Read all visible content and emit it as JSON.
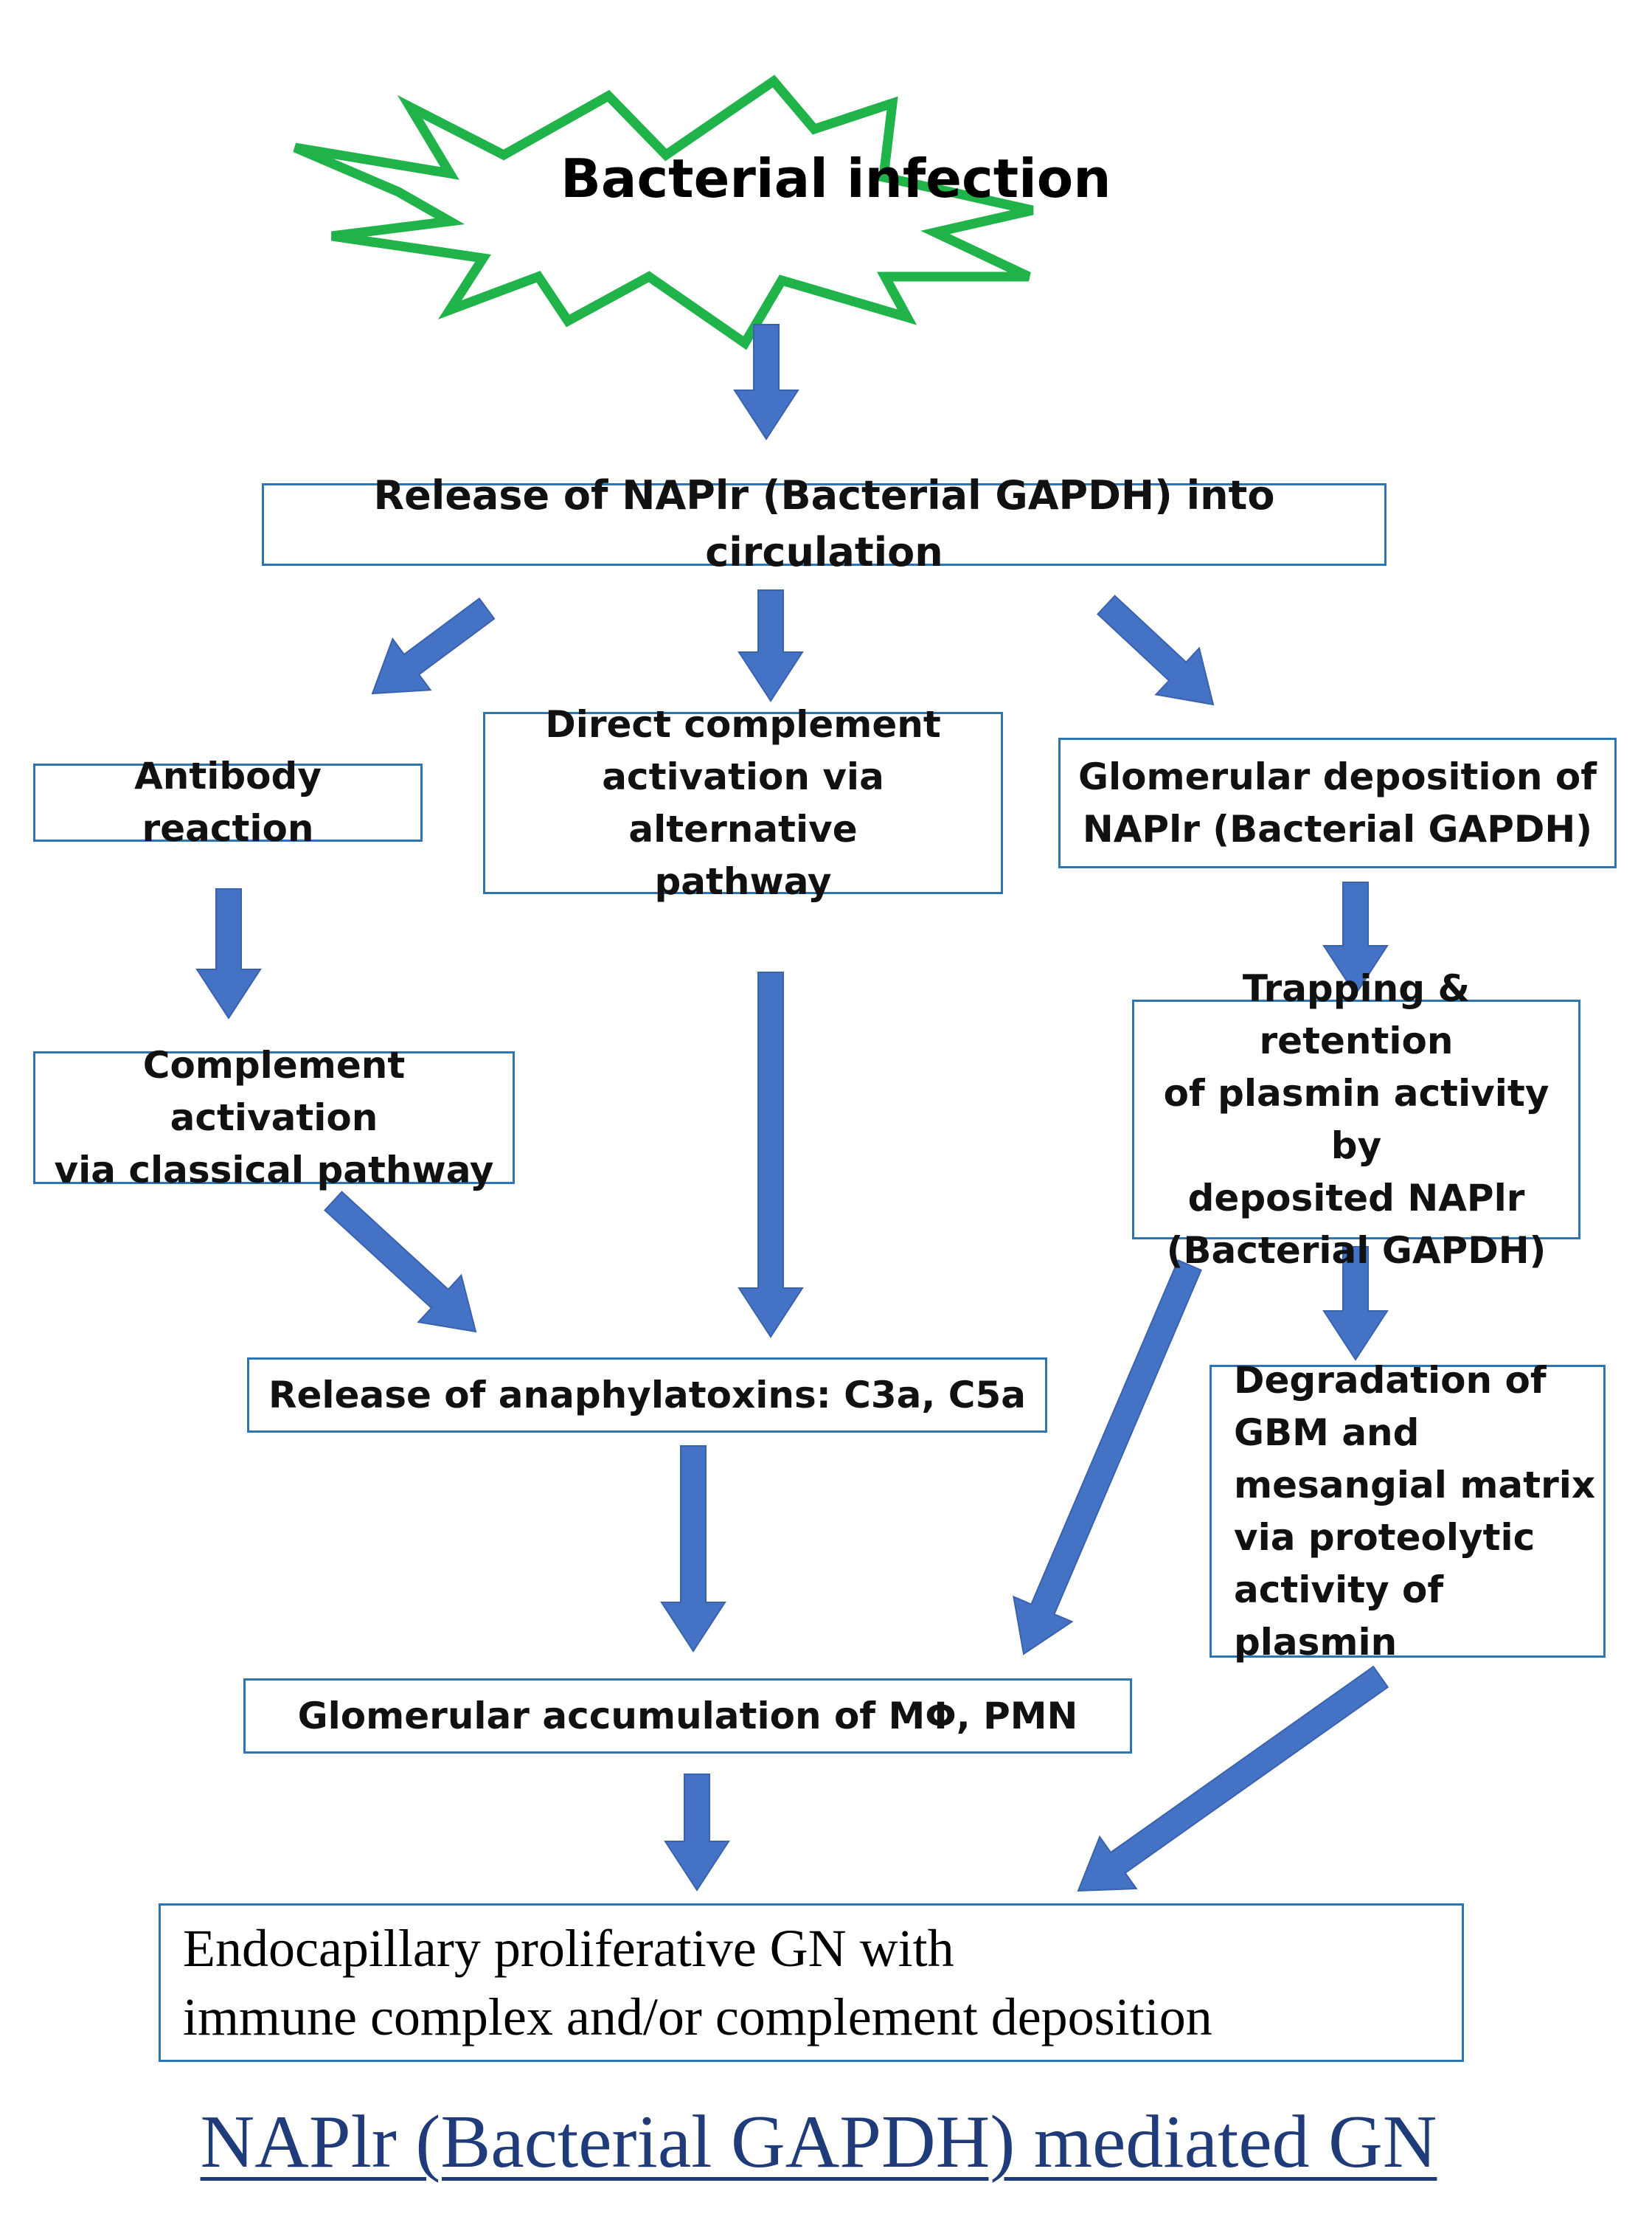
{
  "diagram": {
    "title": "NAPlr (Bacterial GAPDH) mediated GN",
    "trigger": "Bacterial infection",
    "nodes": {
      "release": "Release of NAPlr (Bacterial GAPDH) into circulation",
      "antibody": "Antibody reaction",
      "direct": "Direct complement\nactivation via alternative\npathway",
      "glom_dep": "Glomerular deposition of\nNAPlr (Bacterial GAPDH)",
      "classical": "Complement activation\nvia classical pathway",
      "trapping": "Trapping & retention\nof plasmin activity by\ndeposited NAPlr\n(Bacterial GAPDH)",
      "anaphyl": "Release of anaphylatoxins: C3a, C5a",
      "degradation": "Degradation of\nGBM and\nmesangial matrix\nvia proteolytic\nactivity of plasmin",
      "accumulation": "Glomerular accumulation of MΦ, PMN",
      "final": "Endocapillary proliferative GN with\nimmune complex and/or complement deposition"
    }
  },
  "colors": {
    "burst_outline": "#1fb34a",
    "box_border": "#2e75b6",
    "arrow_fill": "#4472c4",
    "title_text": "#1f3b7a"
  }
}
